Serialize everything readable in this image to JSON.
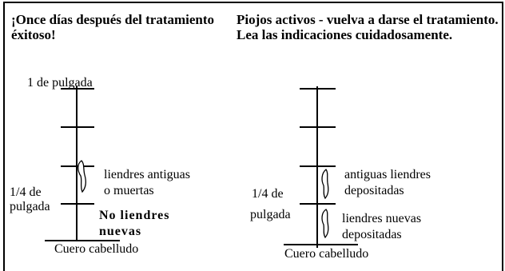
{
  "left_panel": {
    "title": "¡Once días después del tratamiento éxitoso!",
    "inch_label": "1  de pulgada",
    "quarter_inch_line1": "1/4 de",
    "quarter_inch_line2": "pulgada",
    "nit_label_line1": "liendres antiguas",
    "nit_label_line2": "o muertas",
    "no_nits_line1": "No liendres",
    "no_nits_line2": "nuevas",
    "scalp_label": "Cuero cabelludo"
  },
  "right_panel": {
    "title": "Piojos activos - vuelva a darse el tratamiento. Lea las indicaciones cuidadosamente.",
    "quarter_inch_line1": "1/4 de",
    "quarter_inch_line2": "pulgada",
    "old_nits_line1": "antiguas liendres",
    "old_nits_line2": "depositadas",
    "new_nits_line1": "liendres nuevas",
    "new_nits_line2": "depositadas",
    "scalp_label": "Cuero cabelludo"
  }
}
